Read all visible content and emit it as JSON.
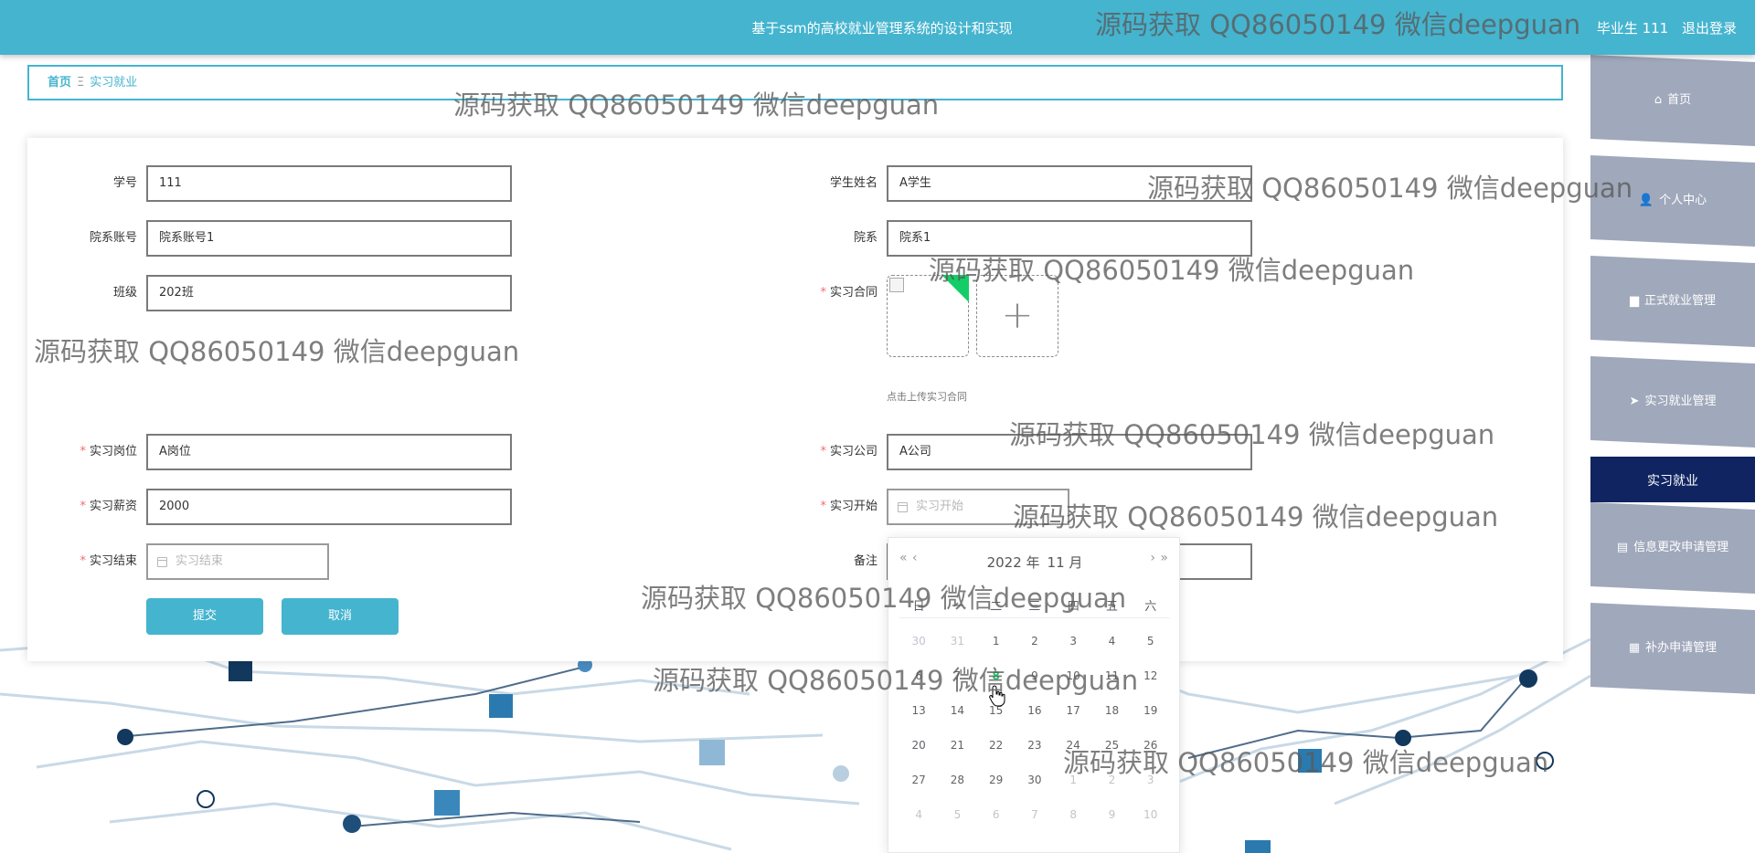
{
  "header": {
    "title": "基于ssm的高校就业管理系统的设计和实现",
    "user_label": "毕业生 111",
    "logout_label": "退出登录"
  },
  "breadcrumb": {
    "home": "首页",
    "separator": "Ξ",
    "current": "实习就业"
  },
  "form": {
    "student_no": {
      "label": "学号",
      "value": "111",
      "required": false
    },
    "student_name": {
      "label": "学生姓名",
      "value": "A学生",
      "required": false
    },
    "dept_account": {
      "label": "院系账号",
      "value": "院系账号1",
      "required": false
    },
    "dept": {
      "label": "院系",
      "value": "院系1",
      "required": false
    },
    "class_name": {
      "label": "班级",
      "value": "202班",
      "required": false
    },
    "contract": {
      "label": "实习合同",
      "required": true,
      "tip": "点击上传实习合同"
    },
    "position": {
      "label": "实习岗位",
      "value": "A岗位",
      "required": true
    },
    "company": {
      "label": "实习公司",
      "value": "A公司",
      "required": true
    },
    "salary": {
      "label": "实习薪资",
      "value": "2000",
      "required": true
    },
    "start": {
      "label": "实习开始",
      "placeholder": "实习开始",
      "required": true
    },
    "end": {
      "label": "实习结束",
      "placeholder": "实习结束",
      "required": true
    },
    "remark": {
      "label": "备注",
      "value": "",
      "required": false
    },
    "required_mark": "*",
    "submit_label": "提交",
    "cancel_label": "取消"
  },
  "sidebar": {
    "items": [
      {
        "label": "首页",
        "icon": "home-icon",
        "glyph": "⌂",
        "active": false
      },
      {
        "label": "个人中心",
        "icon": "user-icon",
        "glyph": "👤",
        "active": false
      },
      {
        "label": "正式就业管理",
        "icon": "briefcase-icon",
        "glyph": "▆",
        "active": false
      },
      {
        "label": "实习就业管理",
        "icon": "send-icon",
        "glyph": "➤",
        "active": false
      },
      {
        "label": "实习就业",
        "icon": "",
        "glyph": "",
        "active": true
      },
      {
        "label": "信息更改申请管理",
        "icon": "clipboard-icon",
        "glyph": "▤",
        "active": false
      },
      {
        "label": "补办申请管理",
        "icon": "grid-icon",
        "glyph": "▦",
        "active": false
      }
    ]
  },
  "datepicker": {
    "year": "2022 年",
    "month": "11 月",
    "weekdays": [
      "日",
      "一",
      "二",
      "三",
      "四",
      "五",
      "六"
    ],
    "days": [
      {
        "d": "30",
        "m": true
      },
      {
        "d": "31",
        "m": true
      },
      {
        "d": "1"
      },
      {
        "d": "2"
      },
      {
        "d": "3"
      },
      {
        "d": "4"
      },
      {
        "d": "5"
      },
      {
        "d": "6"
      },
      {
        "d": "7"
      },
      {
        "d": "8",
        "today": true
      },
      {
        "d": "9"
      },
      {
        "d": "10"
      },
      {
        "d": "11"
      },
      {
        "d": "12"
      },
      {
        "d": "13"
      },
      {
        "d": "14"
      },
      {
        "d": "15"
      },
      {
        "d": "16"
      },
      {
        "d": "17"
      },
      {
        "d": "18"
      },
      {
        "d": "19"
      },
      {
        "d": "20"
      },
      {
        "d": "21"
      },
      {
        "d": "22"
      },
      {
        "d": "23"
      },
      {
        "d": "24"
      },
      {
        "d": "25"
      },
      {
        "d": "26"
      },
      {
        "d": "27"
      },
      {
        "d": "28"
      },
      {
        "d": "29"
      },
      {
        "d": "30"
      },
      {
        "d": "1",
        "m": true
      },
      {
        "d": "2",
        "m": true
      },
      {
        "d": "3",
        "m": true
      },
      {
        "d": "4",
        "m": true
      },
      {
        "d": "5",
        "m": true
      },
      {
        "d": "6",
        "m": true
      },
      {
        "d": "7",
        "m": true
      },
      {
        "d": "8",
        "m": true
      },
      {
        "d": "9",
        "m": true
      },
      {
        "d": "10",
        "m": true
      }
    ]
  },
  "watermark": "源码获取 QQ86050149 微信deepguan",
  "colors": {
    "header": "#45b4cf",
    "active_nav": "#0f2461",
    "nav": "#a0a8bb",
    "required": "#f56c6c",
    "today": "#13ce66"
  }
}
